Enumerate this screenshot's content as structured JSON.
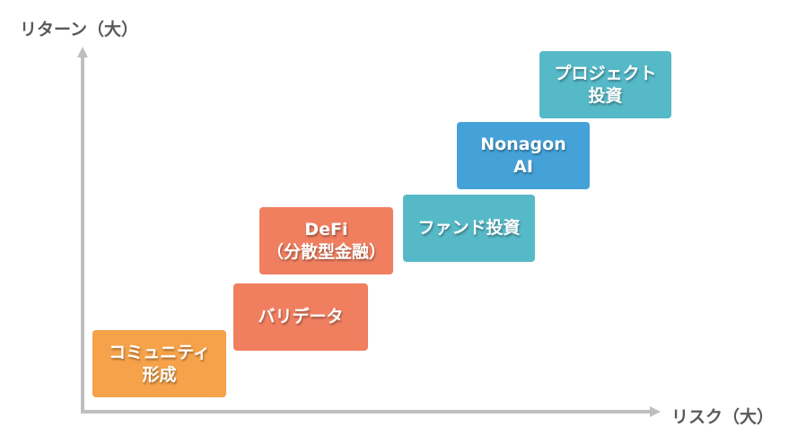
{
  "axes": {
    "y_label": "リターン（大）",
    "x_label": "リスク（大）",
    "color": "#BFBFBF"
  },
  "items": [
    {
      "lines": [
        "コミュニティ",
        "形成"
      ],
      "color": "#F5A24A"
    },
    {
      "lines": [
        "バリデータ"
      ],
      "color": "#F07F60"
    },
    {
      "lines": [
        "DeFi",
        "（分散型金融）"
      ],
      "color": "#F07F60"
    },
    {
      "lines": [
        "ファンド投資"
      ],
      "color": "#56B9C7"
    },
    {
      "lines": [
        "Nonagon",
        "AI"
      ],
      "color": "#45A2D8"
    },
    {
      "lines": [
        "プロジェクト",
        "投資"
      ],
      "color": "#56B9C7"
    }
  ]
}
